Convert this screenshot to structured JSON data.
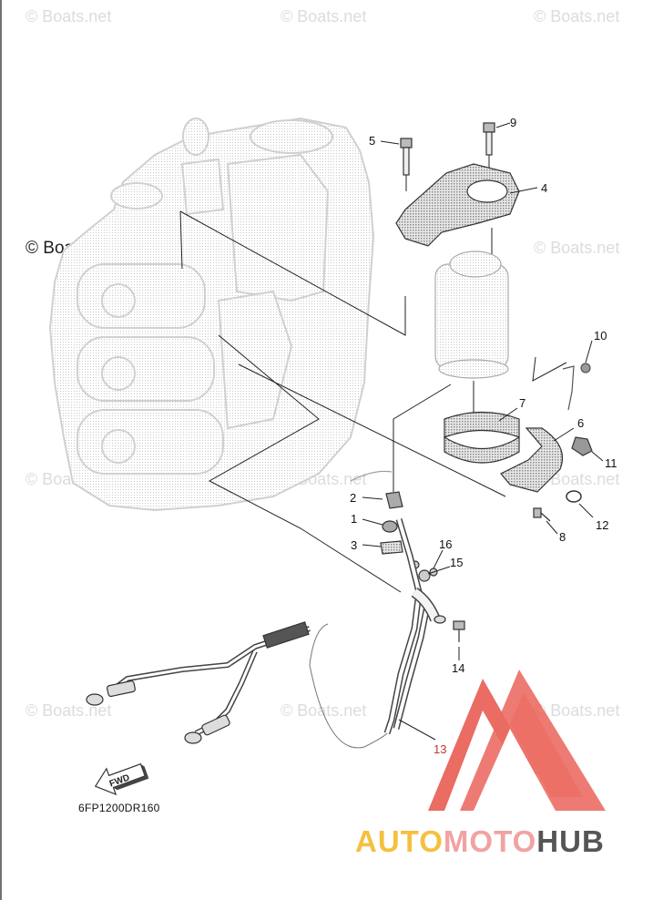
{
  "watermarks": {
    "text": "© Boats.net",
    "prominent": "© Boats.net"
  },
  "callouts": {
    "c1": "1",
    "c2": "2",
    "c3": "3",
    "c4": "4",
    "c5": "5",
    "c6": "6",
    "c7": "7",
    "c8": "8",
    "c9": "9",
    "c10": "10",
    "c11": "11",
    "c12": "12",
    "c13": "13",
    "c14": "14",
    "c15": "15",
    "c16": "16"
  },
  "direction_arrow": "FWD",
  "diagram_code": "6FP1200DR160",
  "brand": {
    "part1": "AUTO",
    "part2": "MOTO",
    "part3": "HUB"
  },
  "colors": {
    "logo_red": "#e8584e",
    "logo_yellow": "#f5c040",
    "logo_pink": "#f0a3a3",
    "logo_grey": "#555555",
    "callout_red": "#c0392b"
  }
}
